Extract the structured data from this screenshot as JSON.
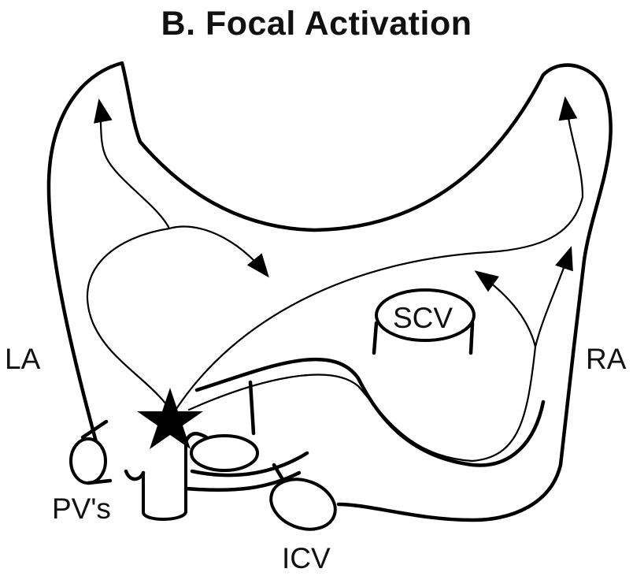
{
  "title": "B. Focal Activation",
  "labels": {
    "la": "LA",
    "ra": "RA",
    "scv": "SCV",
    "icv": "ICV",
    "pvs": "PV's"
  }
}
